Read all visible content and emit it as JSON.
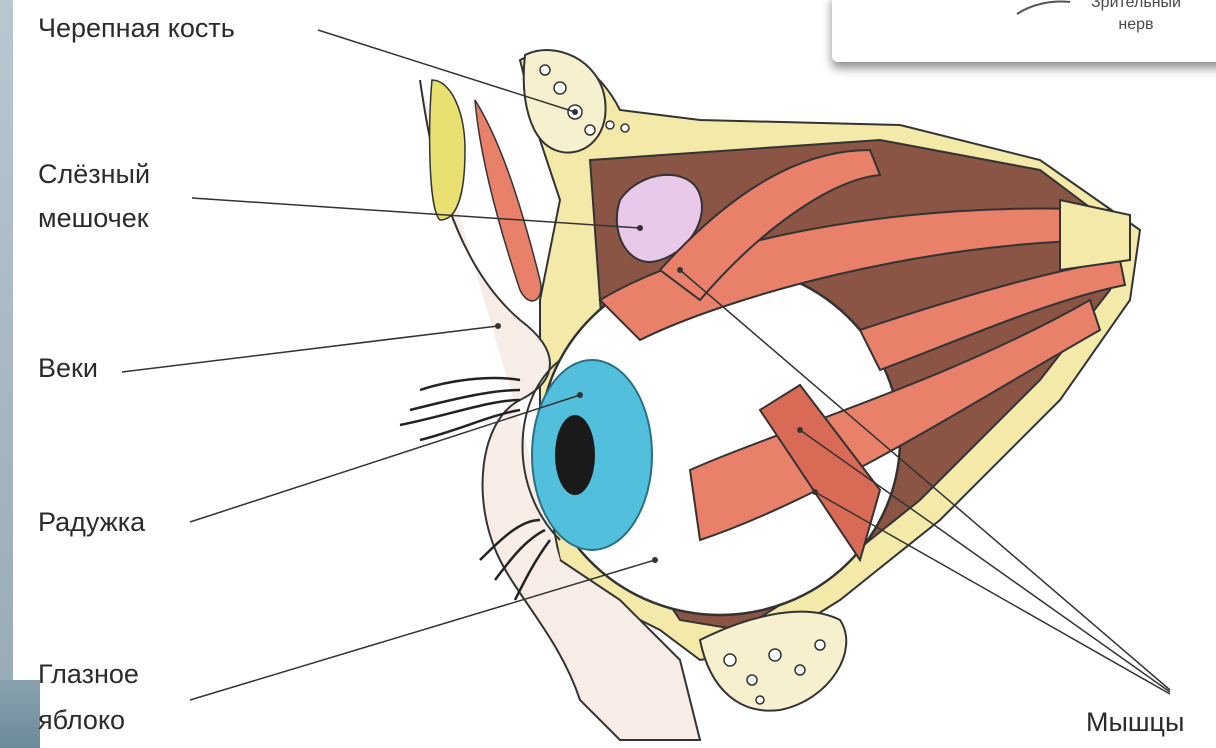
{
  "labels": {
    "skull_bone": "Черепная  кость",
    "lacrimal_sac_line1": "Слёзный",
    "lacrimal_sac_line2": "мешочек",
    "eyelids": "Веки",
    "iris": "Радужка",
    "eyeball_line1": "Глазное",
    "eyeball_line2": "яблоко",
    "muscles": "Мышцы"
  },
  "inset": {
    "label_line1": "Зрительный",
    "label_line2": "нерв"
  },
  "colors": {
    "muscle": "#e8806a",
    "muscle_dark": "#c9533f",
    "bone": "#f3e9a8",
    "orbit_fat": "#8a5545",
    "iris": "#52c0dc",
    "sac": "#e9c9ea"
  }
}
